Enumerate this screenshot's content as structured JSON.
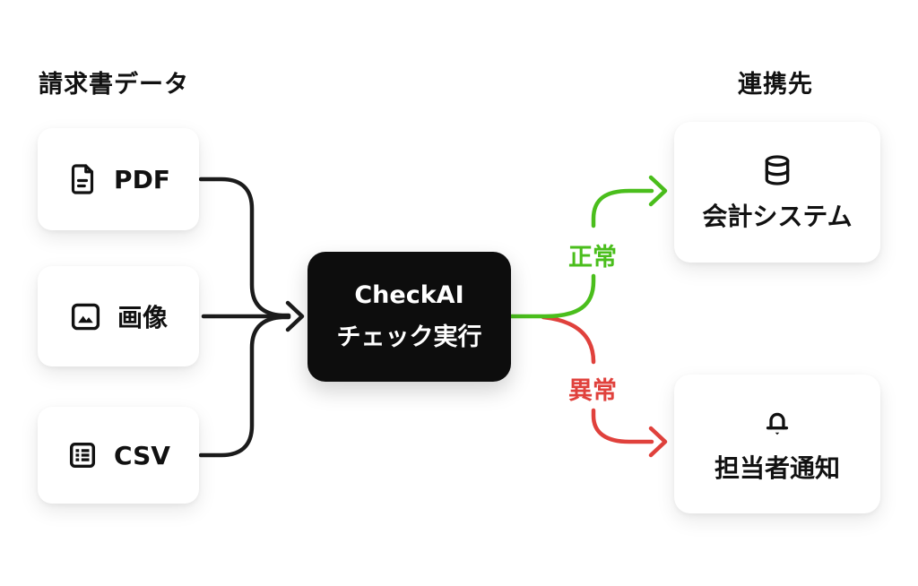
{
  "diagram": {
    "source_section": {
      "title": "請求書データ",
      "items": [
        {
          "label": "PDF",
          "icon": "file-text-icon"
        },
        {
          "label": "画像",
          "icon": "image-icon"
        },
        {
          "label": "CSV",
          "icon": "table-list-icon"
        }
      ]
    },
    "process_node": {
      "line1": "CheckAI",
      "line2": "チェック実行"
    },
    "dest_section": {
      "title": "連携先",
      "items": [
        {
          "label": "会計システム",
          "icon": "database-icon"
        },
        {
          "label": "担当者通知",
          "icon": "bell-icon"
        }
      ]
    },
    "branches": {
      "success_label": "正常",
      "error_label": "異常"
    },
    "colors": {
      "success": "#4abe1c",
      "error": "#e0413c",
      "arrow": "#1b1b1b",
      "node_bg": "#0d0d0d"
    }
  }
}
